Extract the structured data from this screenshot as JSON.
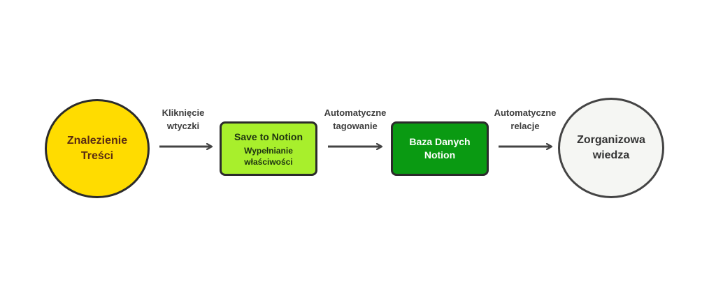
{
  "nodes": {
    "find": {
      "title": "Znalezienie\nTreści",
      "color": "#ffdc00"
    },
    "save": {
      "title": "Save to Notion",
      "subtitle": "Wypełnianie\nwłaściwości",
      "color": "#a8ef2c"
    },
    "db": {
      "title": "Baza Danych\nNotion",
      "color": "#0a9a12"
    },
    "knowledge": {
      "title": "Zorganizowa\nwiedza",
      "color": "#f5f6f3"
    }
  },
  "edges": {
    "e1": {
      "label": "Kliknięcie\nwtyczki"
    },
    "e2": {
      "label": "Automatyczne\ntagowanie"
    },
    "e3": {
      "label": "Automatyczne\nrelacje"
    }
  }
}
